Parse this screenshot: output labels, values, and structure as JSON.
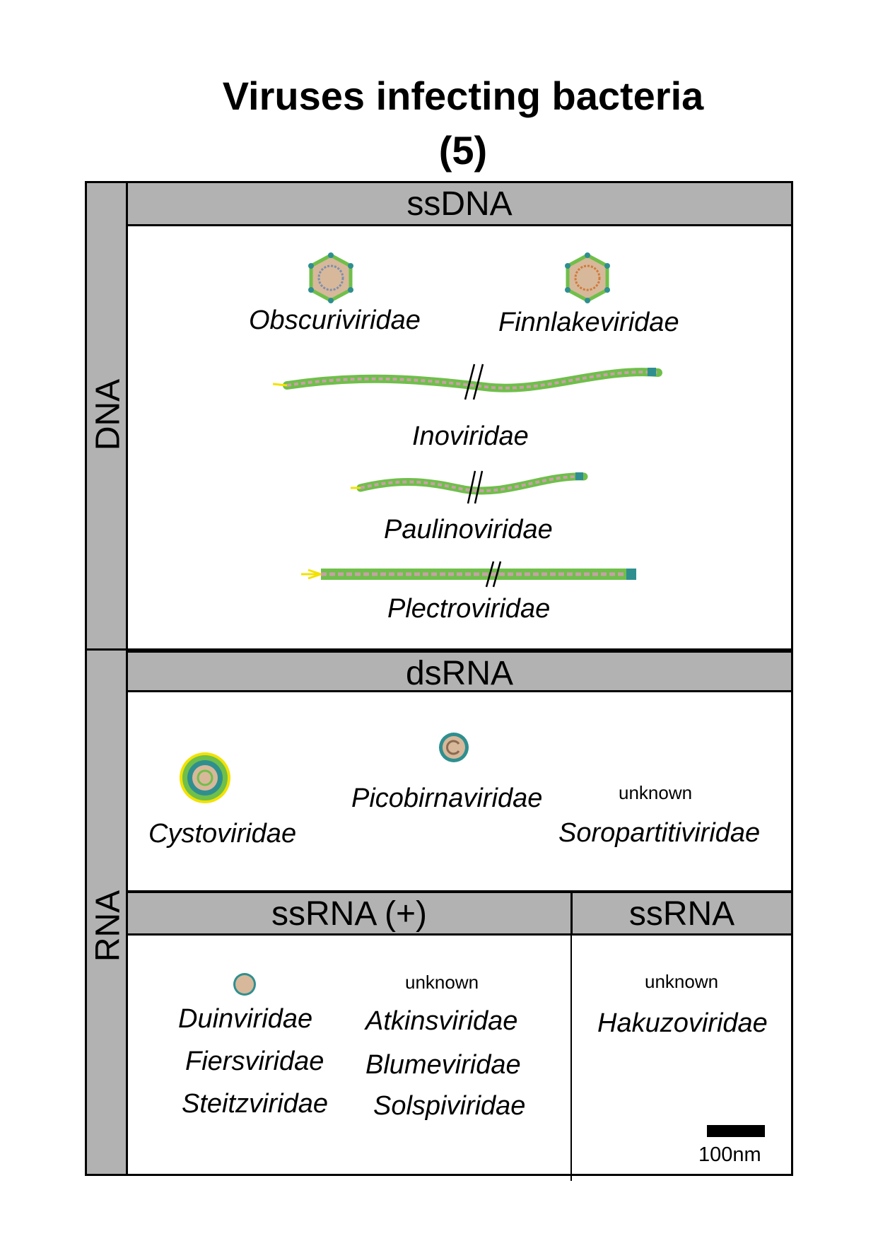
{
  "title": {
    "line1": "Viruses infecting bacteria",
    "line2": "(5)"
  },
  "side_labels": {
    "dna": "DNA",
    "rna": "RNA"
  },
  "sections": {
    "ssdna": {
      "header": "ssDNA",
      "families": [
        "Obscuriviridae",
        "Finnlakeviridae",
        "Inoviridae",
        "Paulinoviridae",
        "Plectroviridae"
      ]
    },
    "dsrna": {
      "header": "dsRNA",
      "families": [
        "Cystoviridae",
        "Picobirnaviridae",
        "Soropartitiviridae"
      ],
      "note": "unknown"
    },
    "ssrna_pos": {
      "header": "ssRNA (+)",
      "families_left": [
        "Duinviridae",
        "Fiersviridae",
        "Steitzviridae"
      ],
      "note": "unknown",
      "families_right": [
        "Atkinsviridae",
        "Blumeviridae",
        "Solspiviridae"
      ]
    },
    "ssrna": {
      "header": "ssRNA",
      "note": "unknown",
      "families": [
        "Hakuzoviridae"
      ]
    }
  },
  "scale_bar": {
    "label": "100nm"
  },
  "colors": {
    "band_gray": "#b2b2b2",
    "capsid_green": "#6fbf4a",
    "capsid_fill": "#d8b89a",
    "teal": "#2f8f8f",
    "yellow": "#f2e200",
    "filament_pink": "#c9a0a8"
  },
  "icons": [
    "icosahedral-capsid-icon",
    "filamentous-virion-icon",
    "cystovirus-icon",
    "picobirnavirus-icon",
    "leviphage-icon",
    "scale-bar-icon"
  ]
}
